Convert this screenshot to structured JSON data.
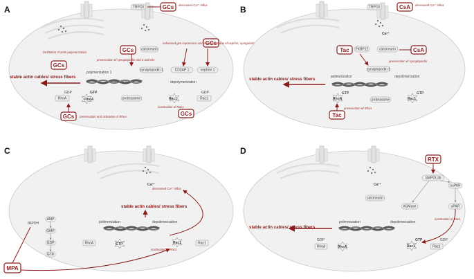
{
  "panels": [
    {
      "letter": "A",
      "drugs": [
        "GCs",
        "GCs",
        "GCs",
        "GCs",
        "GCs",
        "GCs"
      ],
      "labels": {
        "trpc6": "TRPC6",
        "ca_effect": "decreased Ca²⁺ influx",
        "calcineurin": "calcineurin",
        "synaptopodin": "synaptopodin 1",
        "polymerization": "polymerization 1",
        "actinin": "α-actinin-4 1",
        "proteasome": "proteasome",
        "depolymerization": "depolymerization",
        "cd2ap": "CD2AP 1",
        "nephrin": "nephrin 1",
        "rhoa_gdp": "RhoA",
        "rhoa_gtp": "RhoA",
        "rac_gtp": "Rac1",
        "rac1": "Rac1",
        "gdp": "GDP",
        "gtp": "GTP",
        "stable": "stable actin cables/ stress fibers",
        "ann_facil": "facilitation of actin polymerization",
        "ann_pres": "preservation of synaptopodin and α-actinin4",
        "ann_gene": "enhanced gen expression and phosphorylation of nephrin; upregulation of CD2AP",
        "ann_rhoa": "preservation and activation of RhoA",
        "ann_rac": "inactivation of Rac1"
      }
    },
    {
      "letter": "B",
      "drugs": [
        "CsA",
        "Tac",
        "CsA",
        "Tac"
      ],
      "labels": {
        "trpc6": "TRPC6",
        "ca_effect": "decreased Ca²⁺ influx",
        "ca": "Ca²⁺",
        "fkbp": "FKBP12",
        "calcineurin": "calcineurin",
        "ann_syn": "preservation of synaptopodin",
        "synaptopodin": "synaptopodin 1",
        "polymerization": "polimerization",
        "depolymerization": "depolimerization",
        "proteasome": "proteasome",
        "rhoa": "RhoA",
        "rac1": "Rac1",
        "gtp": "GTP",
        "stable": "stable actin cables/ stress fibers",
        "ann_rhoa": "preservation of RhoA"
      }
    },
    {
      "letter": "C",
      "drugs": [
        "MPA"
      ],
      "labels": {
        "ca": "Ca²⁺",
        "ca_effect": "decreased Ca²⁺ influx",
        "stable": "stable actin cables/ stress fibers",
        "impdh": "IMPDH",
        "amp": "AMP",
        "gmp": "GMP",
        "gdp": "GDP",
        "gtp": "GTP",
        "polymerization": "polimerization",
        "depolymerization": "depolimerization",
        "rhoa": "RhoA",
        "rac1": "Rac1",
        "ann_rac": "inactivation of Rac1"
      }
    },
    {
      "letter": "D",
      "drugs": [
        "RTX"
      ],
      "labels": {
        "ca": "Ca²⁺",
        "calcineurin": "calcineurin",
        "smpdl": "SMPDL3b",
        "supar": "suPAR",
        "asmase": "ASMase",
        "upar": "uPAR",
        "ann_rac": "inactivation of Rac1",
        "polymerization": "polimerization",
        "depolymerization": "depolimerization",
        "rhoa": "RhoA",
        "rac1": "Rac1",
        "gdp": "GDP",
        "gtp": "GTP",
        "stable": "stable actin cables/ stress fibers"
      }
    }
  ]
}
